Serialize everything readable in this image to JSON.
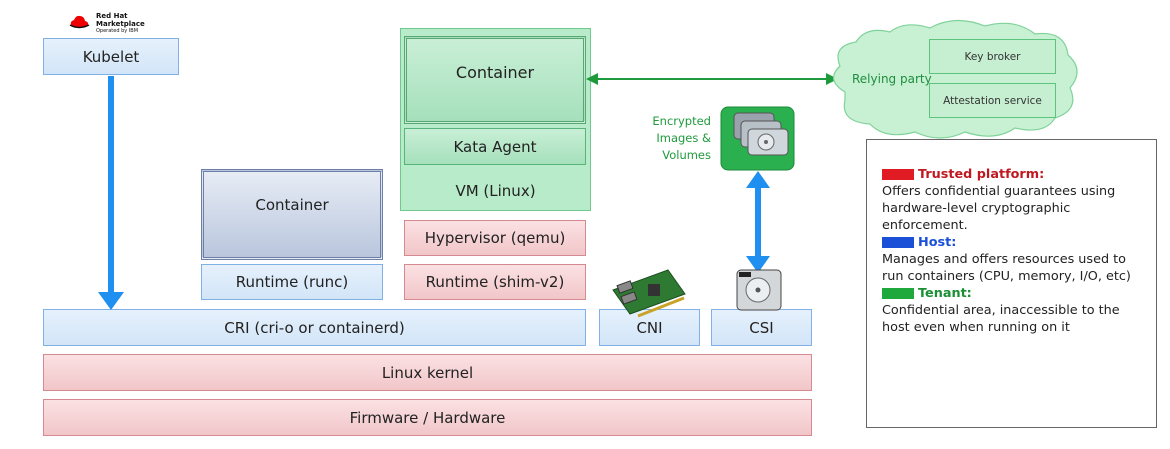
{
  "logo": {
    "line1": "Red Hat",
    "line2": "Marketplace",
    "line3": "Operated by IBM"
  },
  "kubelet": "Kubelet",
  "vm": {
    "container": "Container",
    "agent": "Kata Agent",
    "label": "VM (Linux)"
  },
  "runc": {
    "container": "Container",
    "runtime": "Runtime (runc)"
  },
  "kata": {
    "hypervisor": "Hypervisor (qemu)",
    "runtime": "Runtime (shim-v2)"
  },
  "cri": "CRI (cri-o or containerd)",
  "cni": "CNI",
  "csi": "CSI",
  "kernel": "Linux kernel",
  "firmware": "Firmware / Hardware",
  "encrypted": {
    "l1": "Encrypted",
    "l2": "Images &",
    "l3": "Volumes"
  },
  "relying": {
    "label": "Relying party",
    "key_broker": "Key broker",
    "attestation": "Attestation service"
  },
  "legend": {
    "trusted": {
      "title": "Trusted platform:",
      "color": "#e01b24",
      "desc": "Offers confidential guarantees using hardware-level cryptographic enforcement."
    },
    "host": {
      "title": "Host:",
      "color": "#1a4fd8",
      "desc": "Manages and offers resources used to run containers (CPU, memory, I/O, etc)"
    },
    "tenant": {
      "title": "Tenant:",
      "color": "#1fa83b",
      "desc": "Confidential area, inaccessible to the host even when running on it"
    }
  },
  "colors": {
    "arrow_blue": "#1f8ff0",
    "arrow_green": "#1e9a3c"
  }
}
